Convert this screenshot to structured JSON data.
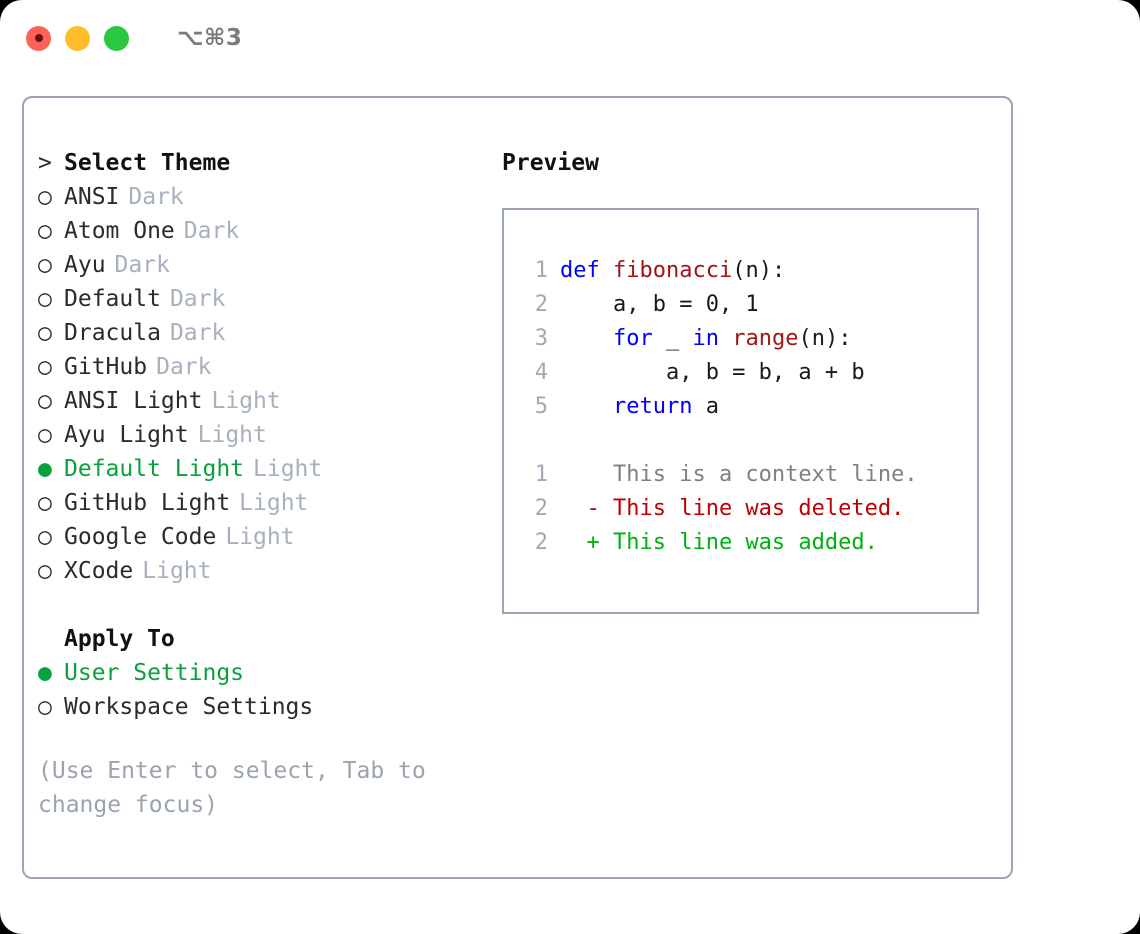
{
  "window": {
    "shortcut": "⌥⌘3",
    "traffic_lights": [
      {
        "name": "close",
        "color": "#ff6058"
      },
      {
        "name": "minimize",
        "color": "#ffbd2e"
      },
      {
        "name": "maximize",
        "color": "#28c840"
      }
    ]
  },
  "colors": {
    "accent_green": "#0aa13c",
    "muted": "#a8b0bd",
    "hint": "#9aa3b0",
    "border": "#9aa5b5",
    "keyword_blue": "#0000ff",
    "function_red": "#a31515",
    "diff_deleted": "#c00000",
    "diff_added": "#00b013",
    "diff_context": "#808080"
  },
  "theme_list": {
    "heading_prefix": ">",
    "heading": "Select Theme",
    "bullet_empty": "○",
    "bullet_filled": "●",
    "items": [
      {
        "name": "ANSI",
        "tag": "Dark",
        "selected": false
      },
      {
        "name": "Atom One",
        "tag": "Dark",
        "selected": false
      },
      {
        "name": "Ayu",
        "tag": "Dark",
        "selected": false
      },
      {
        "name": "Default",
        "tag": "Dark",
        "selected": false
      },
      {
        "name": "Dracula",
        "tag": "Dark",
        "selected": false
      },
      {
        "name": "GitHub",
        "tag": "Dark",
        "selected": false
      },
      {
        "name": "ANSI Light",
        "tag": "Light",
        "selected": false
      },
      {
        "name": "Ayu Light",
        "tag": "Light",
        "selected": false
      },
      {
        "name": "Default Light",
        "tag": "Light",
        "selected": true
      },
      {
        "name": "GitHub Light",
        "tag": "Light",
        "selected": false
      },
      {
        "name": "Google Code",
        "tag": "Light",
        "selected": false
      },
      {
        "name": "XCode",
        "tag": "Light",
        "selected": false
      }
    ]
  },
  "apply_to": {
    "title": "Apply To",
    "options": [
      {
        "name": "User Settings",
        "selected": true
      },
      {
        "name": "Workspace Settings",
        "selected": false
      }
    ]
  },
  "hint": "(Use Enter to select, Tab to change focus)",
  "preview": {
    "title": "Preview",
    "code_lines": [
      {
        "number": "1",
        "tokens": [
          {
            "text": "def ",
            "style": "kw"
          },
          {
            "text": "fibonacci",
            "style": "fn"
          },
          {
            "text": "(n):",
            "style": "plain"
          }
        ]
      },
      {
        "number": "2",
        "tokens": [
          {
            "text": "    a, b = 0, 1",
            "style": "plain"
          }
        ]
      },
      {
        "number": "3",
        "tokens": [
          {
            "text": "    ",
            "style": "plain"
          },
          {
            "text": "for",
            "style": "kw"
          },
          {
            "text": " _ ",
            "style": "plain"
          },
          {
            "text": "in",
            "style": "kw"
          },
          {
            "text": " ",
            "style": "plain"
          },
          {
            "text": "range",
            "style": "fn"
          },
          {
            "text": "(n):",
            "style": "plain"
          }
        ]
      },
      {
        "number": "4",
        "tokens": [
          {
            "text": "        a, b = b, a + b",
            "style": "plain"
          }
        ]
      },
      {
        "number": "5",
        "tokens": [
          {
            "text": "    ",
            "style": "plain"
          },
          {
            "text": "return",
            "style": "kw"
          },
          {
            "text": " a",
            "style": "plain"
          }
        ]
      }
    ],
    "diff_lines": [
      {
        "number": "1",
        "marker": " ",
        "text": "This is a context line.",
        "style": "ctx"
      },
      {
        "number": "2",
        "marker": "-",
        "text": "This line was deleted.",
        "style": "del"
      },
      {
        "number": "2",
        "marker": "+",
        "text": "This line was added.",
        "style": "add"
      }
    ]
  }
}
